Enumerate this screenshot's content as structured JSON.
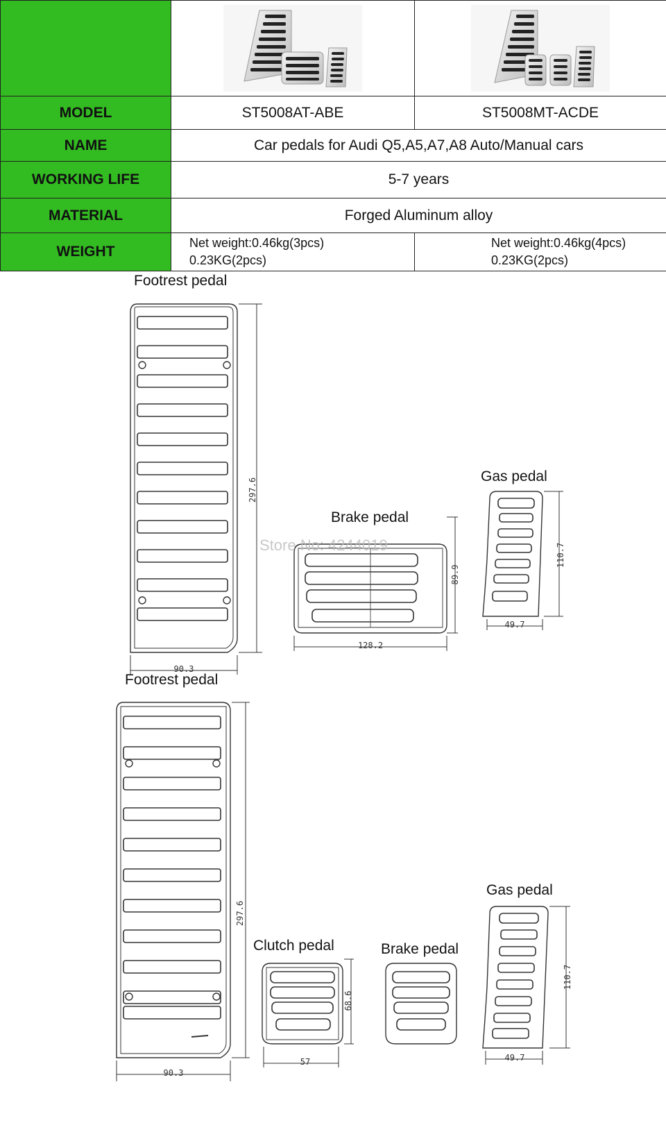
{
  "spec_table": {
    "rows": {
      "model": {
        "label": "MODEL",
        "col1": "ST5008AT-ABE",
        "col2": "ST5008MT-ACDE"
      },
      "name": {
        "label": "NAME",
        "value": "Car pedals for Audi Q5,A5,A7,A8 Auto/Manual cars"
      },
      "life": {
        "label": "WORKING LIFE",
        "value": "5-7 years"
      },
      "material": {
        "label": "MATERIAL",
        "value": "Forged Aluminum alloy"
      },
      "weight": {
        "label": "WEIGHT",
        "col1_line1": "Net weight:0.46kg(3pcs)",
        "col1_line2": "0.23KG(2pcs)",
        "col2_line1": "Net weight:0.46kg(4pcs)",
        "col2_line2": "0.23KG(2pcs)"
      }
    },
    "header_color": "#33bb22"
  },
  "auto_set": {
    "footrest_label": "Footrest pedal",
    "footrest_height": "297.6",
    "footrest_width": "90.3",
    "brake_label": "Brake pedal",
    "brake_height": "89.9",
    "brake_width": "128.2",
    "gas_label": "Gas pedal",
    "gas_height": "110.7",
    "gas_width": "49.7"
  },
  "manual_set": {
    "footrest_label": "Footrest pedal",
    "footrest_height": "297.6",
    "footrest_width": "90.3",
    "clutch_label": "Clutch pedal",
    "clutch_height": "68.6",
    "clutch_width": "57",
    "brake_label": "Brake pedal",
    "gas_label": "Gas pedal",
    "gas_height": "110.7",
    "gas_width": "49.7"
  },
  "watermark": "Store No: 4244019"
}
